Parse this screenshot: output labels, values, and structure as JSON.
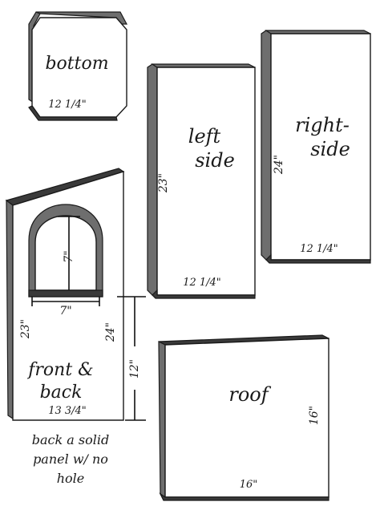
{
  "panels": {
    "bottom": {
      "label": "bottom",
      "width_dim": "12 1/4\""
    },
    "left_side": {
      "label_line1": "left",
      "label_line2": "side",
      "height_dim": "23\"",
      "width_dim": "12 1/4\""
    },
    "right_side": {
      "label_line1": "right-",
      "label_line2": "side",
      "height_dim": "24\"",
      "width_dim": "12 1/4\""
    },
    "front_back": {
      "label_line1": "front &",
      "label_line2": "back",
      "left_height_dim": "23\"",
      "right_height_dim": "24\"",
      "width_dim": "13 3/4\"",
      "hole_height_dim": "7\"",
      "hole_width_dim": "7\"",
      "hole_offset_dim": "12\""
    },
    "roof": {
      "label": "roof",
      "height_dim": "16\"",
      "width_dim": "16\""
    }
  },
  "note": {
    "line1": "back a solid",
    "line2": "panel w/ no",
    "line3": "hole"
  }
}
